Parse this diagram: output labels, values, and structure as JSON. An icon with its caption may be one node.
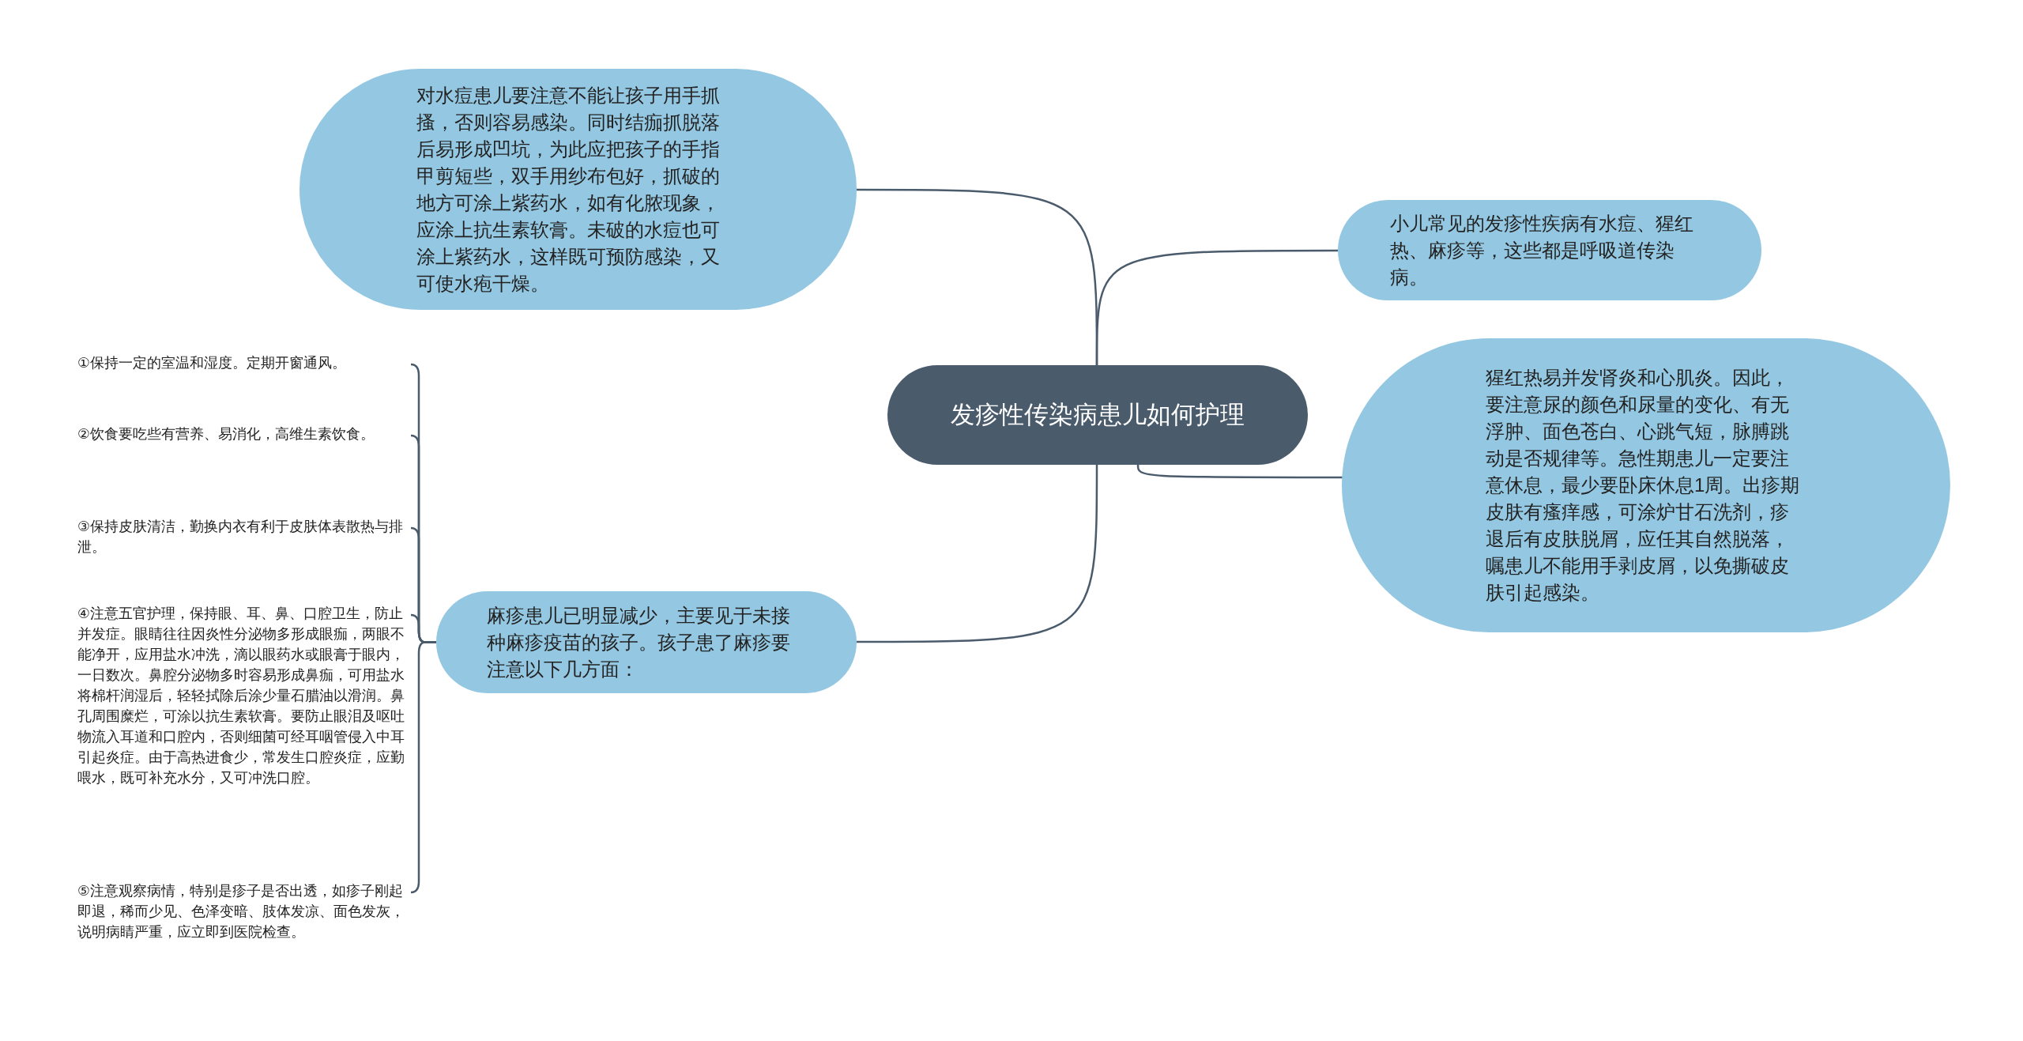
{
  "diagram": {
    "nodes": [
      {
        "text": [
          "发疹性传染病患儿如何护理"
        ]
      },
      {
        "text": [
          "对水痘患儿要注意不能让孩子用手抓搔，否则容易感染。同时结痂抓脱落后易形成凹坑，为此应把孩子的手指甲剪短些，双手用纱布包好，抓破的地方可涂上紫药水，如有化脓现象，应涂上抗生素软膏。未破的水痘也可涂上紫药水，这样既可预防感染，又可使水疱干燥。"
        ]
      },
      {
        "text": [
          "小儿常见的发疹性疾病有水痘、猩红热、麻疹等，这些都是呼吸道传染病。"
        ]
      },
      {
        "text": [
          "猩红热易并发肾炎和心肌炎。因此，要注意尿的颜色和尿量的变化、有无浮肿、面色苍白、心跳气短，脉膊跳动是否规律等。急性期患儿一定要注意休息，最少要卧床休息1周。出疹期皮肤有瘙痒感，可涂炉甘石洗剂，疹退后有皮肤脱屑，应任其自然脱落，嘱患儿不能用手剥皮屑，以免撕破皮肤引起感染。"
        ]
      },
      {
        "text": [
          "麻疹患儿已明显减少，主要见于未接种麻疹疫苗的孩子。孩子患了麻疹要注意以下几方面："
        ]
      },
      {
        "text": [
          "①保持一定的室温和湿度。定期开窗通风。"
        ]
      },
      {
        "text": [
          "②饮食要吃些有营养、易消化，高维生素饮食。"
        ]
      },
      {
        "text": [
          "③保持皮肤清洁，勤换内衣有利于皮肤体表散热与排泄。"
        ]
      },
      {
        "text": [
          "④注意五官护理，保持眼、耳、鼻、口腔卫生，防止并发症。眼睛往往因炎性分泌物多形成眼痂，两眼不能净开，应用盐水冲洗，滴以眼药水或眼膏于眼内，一日数次。鼻腔分泌物多时容易形成鼻痂，可用盐水将棉杆润湿后，轻轻拭除后涂少量石腊油以滑润。鼻孔周围糜烂，可涂以抗生素软膏。要防止眼泪及呕吐物流入耳道和口腔内，否则细菌可经耳咽管侵入中耳引起炎症。由于高热进食少，常发生口腔炎症，应勤喂水，既可补充水分，又可冲洗口腔。"
        ]
      },
      {
        "text": [
          "⑤注意观察病情，特别是疹子是否出透，如疹子刚起即退，稀而少见、色泽变暗、肢体发凉、面色发灰，说明病睛严重，应立即到医院检查。"
        ]
      }
    ],
    "edges": [
      {
        "from": 0,
        "to": 1,
        "arrow": "none"
      },
      {
        "from": 0,
        "to": 2,
        "arrow": "none"
      },
      {
        "from": 0,
        "to": 3,
        "arrow": "none"
      },
      {
        "from": 0,
        "to": 4,
        "arrow": "none"
      },
      {
        "from": 4,
        "to": 5,
        "arrow": "none"
      },
      {
        "from": 4,
        "to": 6,
        "arrow": "none"
      },
      {
        "from": 4,
        "to": 7,
        "arrow": "none"
      },
      {
        "from": 4,
        "to": 8,
        "arrow": "none"
      },
      {
        "from": 4,
        "to": 9,
        "arrow": "none"
      }
    ]
  }
}
